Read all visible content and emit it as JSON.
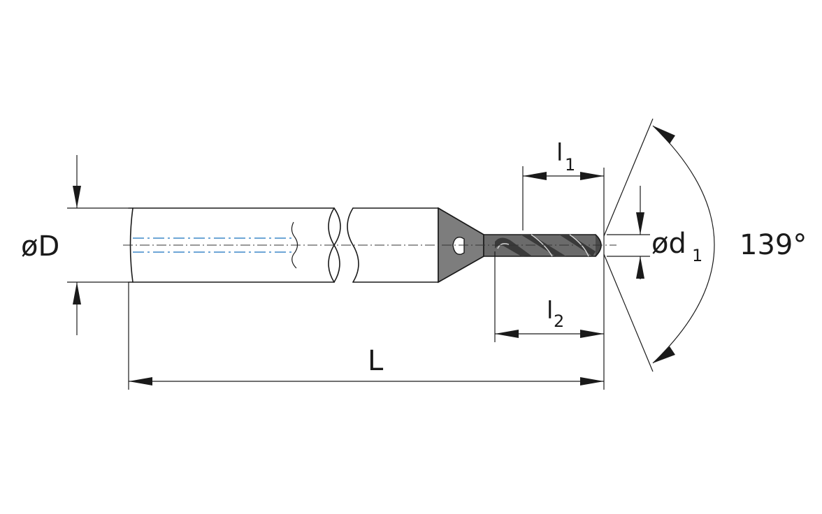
{
  "diagram": {
    "labels": {
      "shank_diameter": "øD",
      "overall_length": "L",
      "flute_length_symbol": "l",
      "flute_length_index": "1",
      "usable_length_symbol": "l",
      "usable_length_index": "2",
      "cutting_diameter_symbol": "ød",
      "cutting_diameter_index": "1",
      "point_angle": "139°"
    },
    "colors": {
      "outline": "#1a1a1a",
      "drill_body": "#6b6b6b",
      "drill_dark": "#3a3a3a",
      "coolant_channel": "#3f88c9",
      "background": "#ffffff"
    }
  }
}
